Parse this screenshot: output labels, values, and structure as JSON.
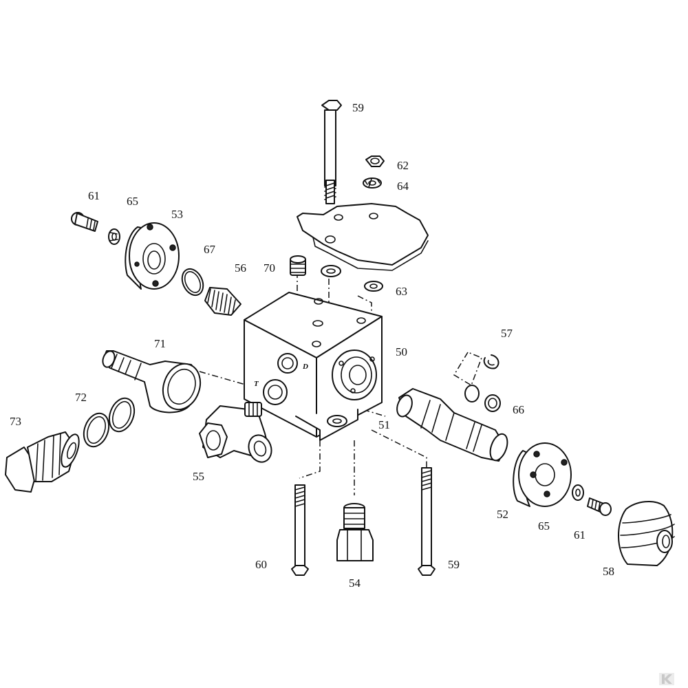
{
  "labels": {
    "l59_top": "59",
    "l62": "62",
    "l64": "64",
    "l61_left": "61",
    "l65_left": "65",
    "l53": "53",
    "l67": "67",
    "l56": "56",
    "l70": "70",
    "l63": "63",
    "l50": "50",
    "l57": "57",
    "l71": "71",
    "l72": "72",
    "l73": "73",
    "l66": "66",
    "l51": "51",
    "l55": "55",
    "l52": "52",
    "l65_right": "65",
    "l61_right": "61",
    "l58": "58",
    "l60": "60",
    "l54": "54",
    "l59_bottom": "59"
  },
  "port_marks": {
    "t": "T",
    "d": "D"
  },
  "watermark": "K"
}
